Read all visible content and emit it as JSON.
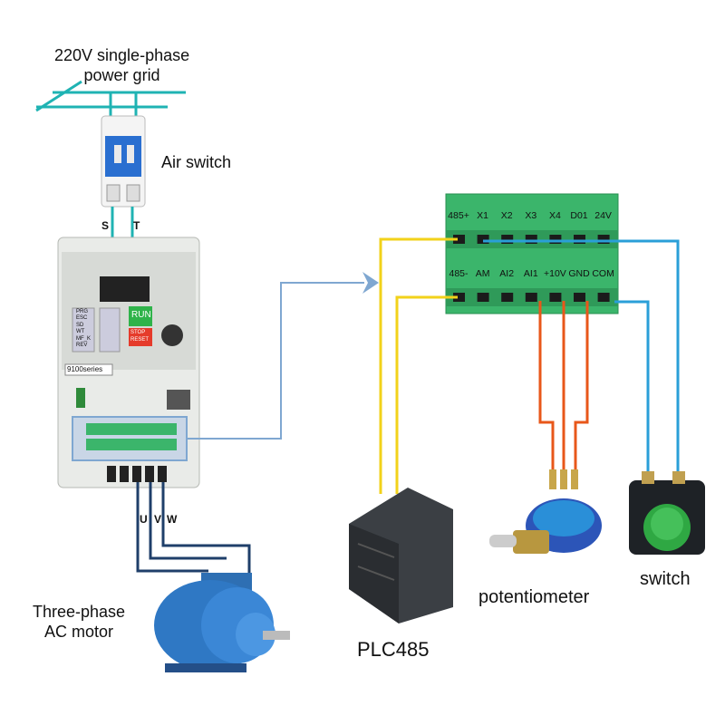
{
  "labels": {
    "grid": "220V single-phase\npower grid",
    "air_switch": "Air switch",
    "s": "S",
    "t": "T",
    "u": "U",
    "v": "V",
    "w": "W",
    "motor": "Three-phase\nAC motor",
    "plc": "PLC485",
    "pot": "potentiometer",
    "switch": "switch",
    "series_label": "9100series"
  },
  "vfd_buttons": {
    "prg": "PRG\nESC",
    "sd": "SD\nWT",
    "mf": "MF_K\nREV",
    "run": "RUN",
    "stop": "STOP\nRESET"
  },
  "terminals": {
    "top": [
      "485+",
      "X1",
      "X2",
      "X3",
      "X4",
      "D01",
      "24V"
    ],
    "bottom": [
      "485-",
      "AM",
      "AI2",
      "AI1",
      "+10V",
      "GND",
      "COM"
    ]
  },
  "colors": {
    "grid_line": "#1fb3b3",
    "yellow_wire": "#f2d21a",
    "blue_wire": "#2a9fd8",
    "orange_wire": "#e8571a",
    "motor_wire": "#1f3f6a",
    "arrow": "#7fa7d1",
    "terminal_green": "#3bb56b"
  }
}
